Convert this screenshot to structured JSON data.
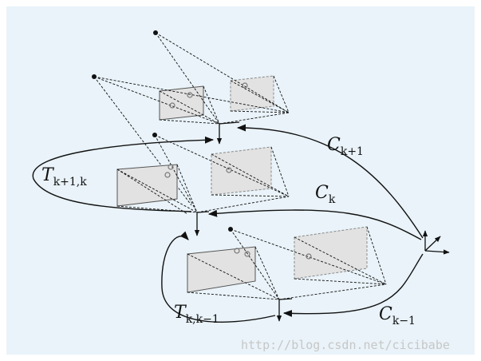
{
  "colors": {
    "background": "#e9f3f9",
    "frame": "#ffffff",
    "plane_fill": "#e2e2e2",
    "line": "#111111",
    "watermark": "#c7c7c7"
  },
  "labels": {
    "t_k1_k": {
      "main": "T",
      "sub": "k+1,k"
    },
    "t_k_km1": {
      "main": "T",
      "sub": "k,k−1"
    },
    "c_k1": {
      "main": "C",
      "sub": "k+1"
    },
    "c_k": {
      "main": "C",
      "sub": "k"
    },
    "c_km1": {
      "main": "C",
      "sub": "k−1"
    }
  },
  "watermark": "http://blog.csdn.net/cicibabe"
}
